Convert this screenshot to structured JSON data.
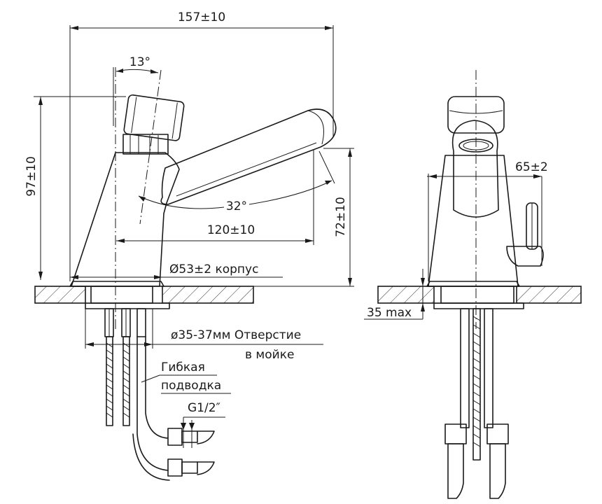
{
  "dimensions": {
    "overall_length": "157±10",
    "overall_height": "97±10",
    "handle_angle": "13°",
    "spout_angle": "32°",
    "spout_reach": "120±10",
    "spout_height": "72±10",
    "body_diameter": "Ø53±2 корпус",
    "hole_diameter_line1": "ø35-37мм Отверстие",
    "hole_diameter_line2": "в мойке",
    "hose_label_line1": "Гибкая",
    "hose_label_line2": "подводка",
    "thread": "G1/2″",
    "side_offset": "65±2",
    "max_thickness": "35 max"
  }
}
